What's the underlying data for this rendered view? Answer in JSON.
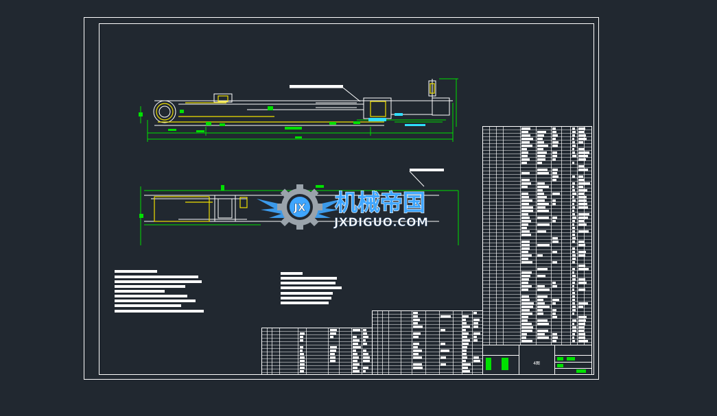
{
  "colors": {
    "background": "#212830",
    "line": "#ffffff",
    "green": "#00e000",
    "yellow": "#f0e000",
    "cyan": "#2fe0ff",
    "watermark_blue": "#3fa6ff"
  },
  "watermark": {
    "emblem_text": "JX",
    "brand_cn": "机械帝国",
    "brand_en": "JXDIGUO.COM"
  },
  "title_block": {
    "drawing_title": "4图"
  }
}
